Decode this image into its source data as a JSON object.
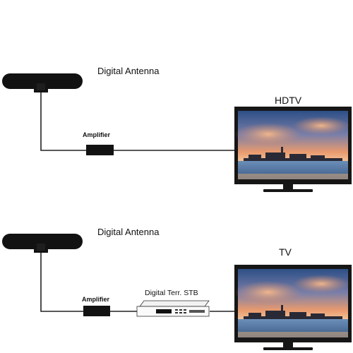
{
  "top_setup": {
    "antenna_label": "Digital Antenna",
    "amplifier_label": "Amplifier",
    "tv_label": "HDTV"
  },
  "bottom_setup": {
    "antenna_label": "Digital Antenna",
    "amplifier_label": "Amplifier",
    "stb_label": "Digital Terr. STB",
    "tv_label": "TV"
  },
  "colors": {
    "device": "#111111",
    "cable": "#222222",
    "sky_top": "#3a5f95",
    "sky_glow": "#f0a070",
    "water": "#4a6f9a"
  }
}
